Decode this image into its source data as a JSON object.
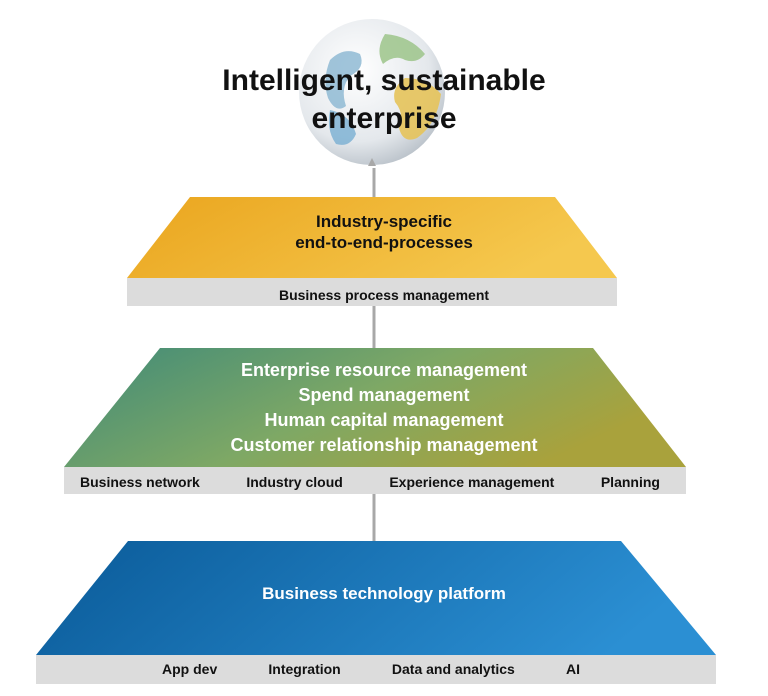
{
  "title": {
    "line1": "Intelligent, sustainable",
    "line2": "enterprise",
    "globe_icon": "globe-icon"
  },
  "layer_top": {
    "lines": [
      "Industry-specific",
      "end-to-end-processes"
    ],
    "bar_items": [
      "Business process management"
    ],
    "color": "#f0b429"
  },
  "layer_middle": {
    "lines": [
      "Enterprise resource management",
      "Spend management",
      "Human capital management",
      "Customer relationship management"
    ],
    "bar_items": [
      "Business network",
      "Industry cloud",
      "Experience management",
      "Planning"
    ],
    "color": "#5c9a78"
  },
  "layer_bottom": {
    "lines": [
      "Business technology platform"
    ],
    "bar_items": [
      "App dev",
      "Integration",
      "Data and analytics",
      "AI"
    ],
    "color": "#1a73b8"
  },
  "colors": {
    "bar": "#dcdcdc",
    "connector": "#a8a8a8",
    "title_text": "#111111",
    "layer_text_light": "#ffffff"
  }
}
